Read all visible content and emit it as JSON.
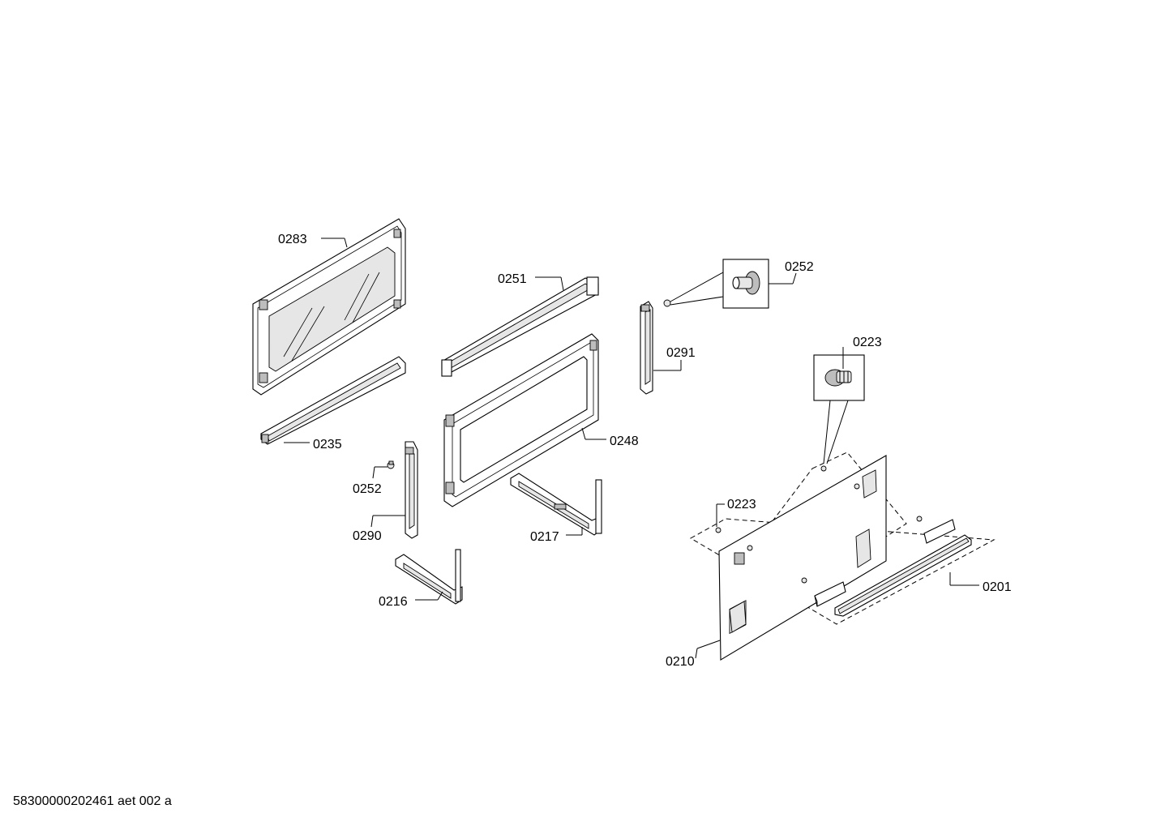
{
  "labels": {
    "l0283": "0283",
    "l0251": "0251",
    "l0252a": "0252",
    "l0291": "0291",
    "l0223a": "0223",
    "l0235": "0235",
    "l0248": "0248",
    "l0252b": "0252",
    "l0290": "0290",
    "l0217": "0217",
    "l0223b": "0223",
    "l0216": "0216",
    "l0201": "0201",
    "l0210": "0210"
  },
  "footer": {
    "text": "58300000202461 aet 002 a"
  }
}
